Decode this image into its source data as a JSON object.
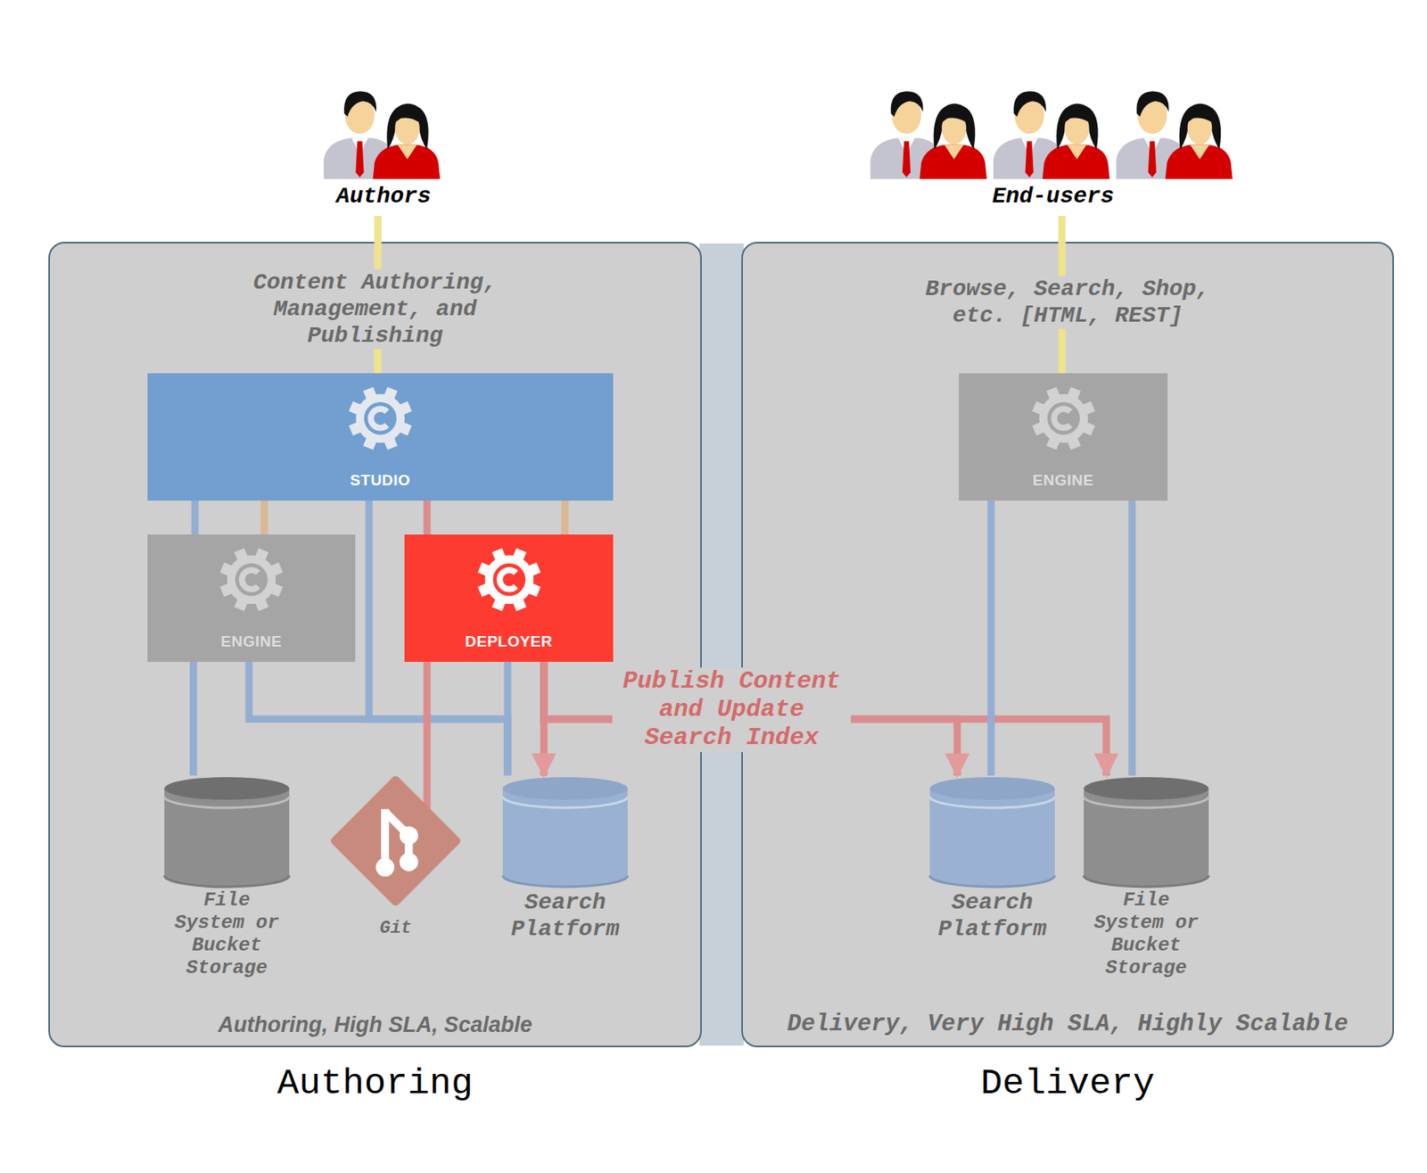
{
  "diagram": {
    "nodes": [
      {
        "text": [
          "Authors"
        ]
      },
      {
        "text": [
          "End-users"
        ]
      },
      {
        "text": [
          "Content Authoring, Management, and Publishing",
          "Authoring, High SLA, Scalable",
          "Authoring"
        ]
      },
      {
        "text": [
          "STUDIO"
        ],
        "in": 2
      },
      {
        "text": [
          "ENGINE"
        ],
        "in": 2
      },
      {
        "text": [
          "DEPLOYER"
        ],
        "in": 2
      },
      {
        "text": [
          "File System or Bucket Storage"
        ],
        "in": 2
      },
      {
        "text": [
          "Git"
        ],
        "in": 2
      },
      {
        "text": [
          "Search Platform"
        ],
        "in": 2
      },
      {
        "text": [
          "Browse, Search, Shop, etc. [HTML, REST]",
          "Delivery, Very High SLA, Highly Scalable",
          "Delivery"
        ]
      },
      {
        "text": [
          "ENGINE"
        ],
        "in": 9
      },
      {
        "text": [
          "Search Platform"
        ],
        "in": 9
      },
      {
        "text": [
          "File System or Bucket Storage"
        ],
        "in": 9
      }
    ],
    "edges": [
      {
        "from": 0,
        "to": 3,
        "arrow": "none"
      },
      {
        "from": 1,
        "to": 10,
        "arrow": "none"
      },
      {
        "from": 3,
        "to": 4,
        "arrow": "none"
      },
      {
        "from": 3,
        "to": 4,
        "arrow": "none"
      },
      {
        "from": 4,
        "to": 6,
        "arrow": "none"
      },
      {
        "from": 4,
        "to": 8,
        "arrow": "none"
      },
      {
        "from": 3,
        "to": 8,
        "arrow": "none"
      },
      {
        "from": 3,
        "to": 5,
        "arrow": "none"
      },
      {
        "from": 3,
        "to": 5,
        "arrow": "none"
      },
      {
        "from": 5,
        "to": 7,
        "arrow": "none"
      },
      {
        "from": 5,
        "to": 8,
        "arrow": "none"
      },
      {
        "from": 5,
        "to": 8,
        "arrow": "to"
      },
      {
        "from": 5,
        "to": 11,
        "arrow": "to",
        "label": "Publish Content and Update Search Index"
      },
      {
        "from": 5,
        "to": 12,
        "arrow": "to"
      },
      {
        "from": 10,
        "to": 11,
        "arrow": "none"
      },
      {
        "from": 10,
        "to": 12,
        "arrow": "none"
      }
    ]
  }
}
